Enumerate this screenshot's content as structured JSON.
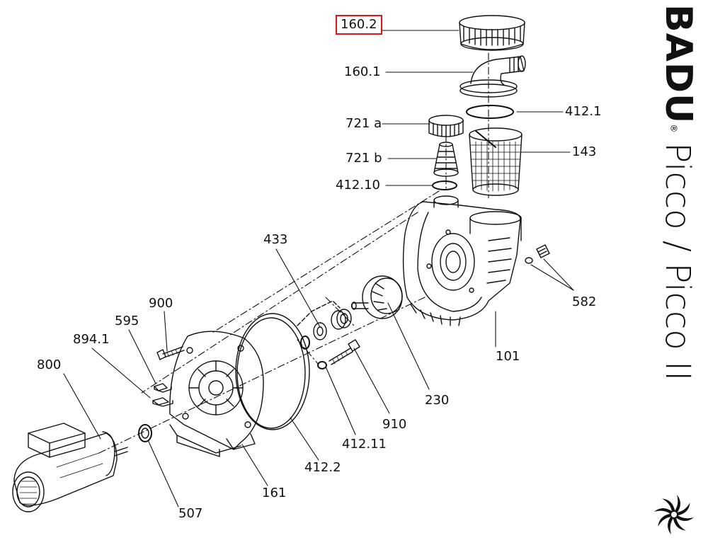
{
  "brand": {
    "name": "BADU",
    "model": "Picco / Picco II",
    "mark": "®"
  },
  "parts": [
    {
      "id": "p160_2",
      "label": "160.2",
      "selected": true
    },
    {
      "id": "p160_1",
      "label": "160.1"
    },
    {
      "id": "p412_1",
      "label": "412.1"
    },
    {
      "id": "p721a",
      "label": "721 a"
    },
    {
      "id": "p143",
      "label": "143"
    },
    {
      "id": "p721b",
      "label": "721 b"
    },
    {
      "id": "p412_10",
      "label": "412.10"
    },
    {
      "id": "p433",
      "label": "433"
    },
    {
      "id": "p582",
      "label": "582"
    },
    {
      "id": "p900",
      "label": "900"
    },
    {
      "id": "p595",
      "label": "595"
    },
    {
      "id": "p894_1",
      "label": "894.1"
    },
    {
      "id": "p101",
      "label": "101"
    },
    {
      "id": "p800",
      "label": "800"
    },
    {
      "id": "p230",
      "label": "230"
    },
    {
      "id": "p910",
      "label": "910"
    },
    {
      "id": "p412_11",
      "label": "412.11"
    },
    {
      "id": "p412_2",
      "label": "412.2"
    },
    {
      "id": "p161",
      "label": "161"
    },
    {
      "id": "p507",
      "label": "507"
    }
  ],
  "colors": {
    "line": "#111111",
    "highlight": "#d9181e",
    "background": "#ffffff"
  }
}
